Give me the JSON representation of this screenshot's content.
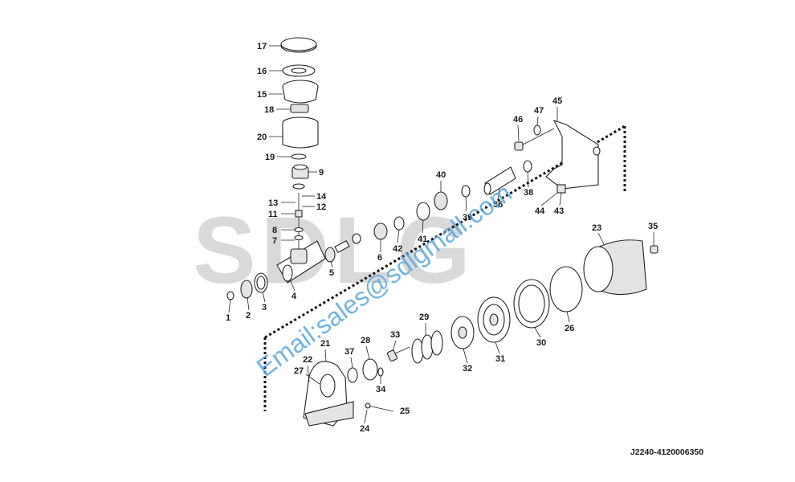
{
  "reference_code": "J2240-4120006350",
  "watermark": {
    "logo_text": "SDLG",
    "email_text": "Email:sales@sdlgmall.com"
  },
  "callouts": [
    "1",
    "2",
    "3",
    "4",
    "5",
    "6",
    "7",
    "8",
    "9",
    "11",
    "12",
    "13",
    "14",
    "15",
    "16",
    "17",
    "18",
    "19",
    "20",
    "21",
    "22",
    "23",
    "24",
    "25",
    "26",
    "27",
    "28",
    "29",
    "30",
    "31",
    "32",
    "33",
    "34",
    "35",
    "36",
    "37",
    "38",
    "39",
    "40",
    "41",
    "42",
    "43",
    "44",
    "45",
    "46",
    "47"
  ]
}
